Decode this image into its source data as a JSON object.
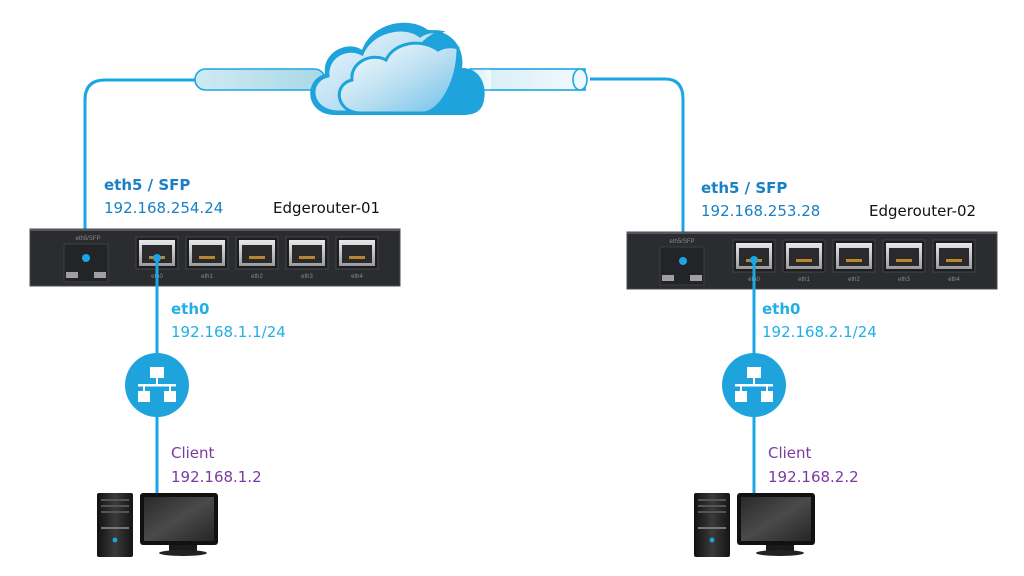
{
  "colors": {
    "link": "#1aa6e4",
    "cloud_fill": "#1ea3dd",
    "router_body": "#2b2c30",
    "if_text": "#1a7fc4",
    "lan_text": "#22aee6",
    "client_text": "#7a3aa3"
  },
  "cloud": {
    "icon": "cloud-icon"
  },
  "routers": [
    {
      "name": "Edgerouter-01",
      "wan": {
        "title": "eth5 / SFP",
        "ip": "192.168.254.24"
      },
      "sfp_label": "eth5/SFP",
      "ports": [
        "eth0",
        "eth1",
        "eth2",
        "eth3",
        "eth4"
      ],
      "lan": {
        "title": "eth0",
        "ip": "192.168.1.1/24"
      },
      "switch_icon": "network-switch-icon",
      "client": {
        "title": "Client",
        "ip": "192.168.1.2",
        "icon": "desktop-computer-icon"
      }
    },
    {
      "name": "Edgerouter-02",
      "wan": {
        "title": "eth5 / SFP",
        "ip": "192.168.253.28"
      },
      "sfp_label": "eth5/SFP",
      "ports": [
        "eth0",
        "eth1",
        "eth2",
        "eth3",
        "eth4"
      ],
      "lan": {
        "title": "eth0",
        "ip": "192.168.2.1/24"
      },
      "switch_icon": "network-switch-icon",
      "client": {
        "title": "Client",
        "ip": "192.168.2.2",
        "icon": "desktop-computer-icon"
      }
    }
  ]
}
